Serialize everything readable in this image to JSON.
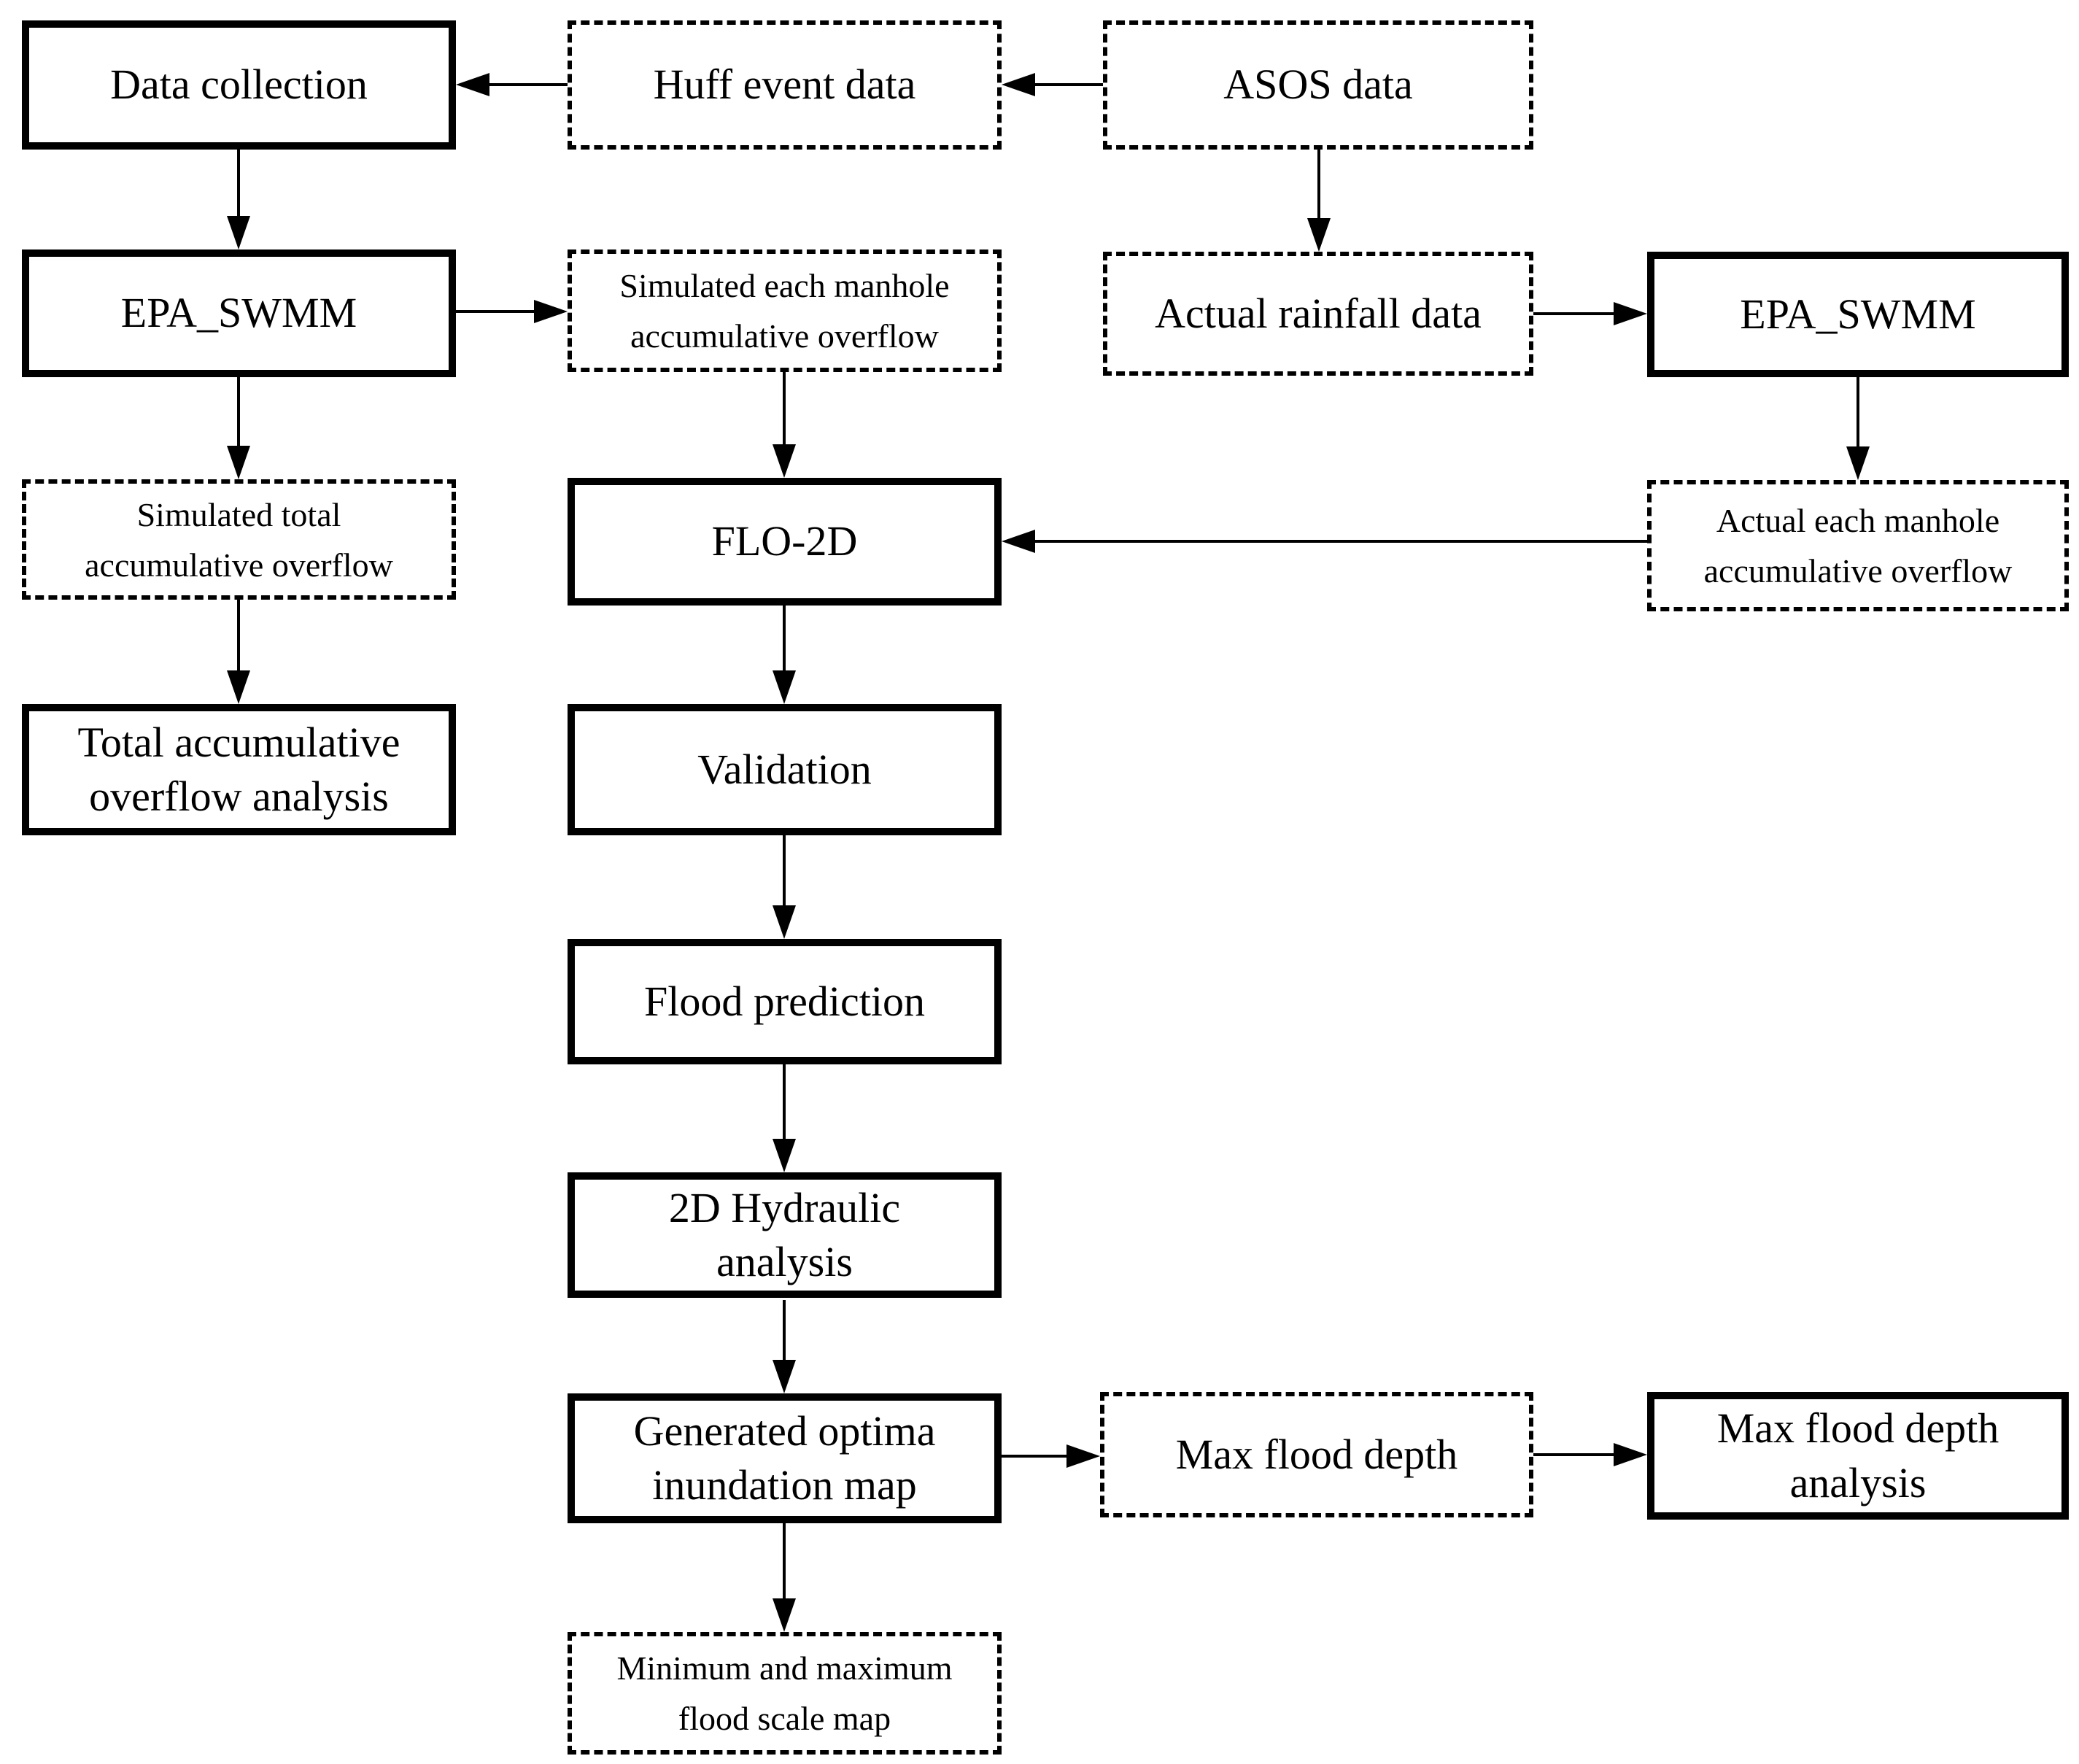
{
  "diagram": {
    "type": "flowchart",
    "colors": {
      "background": "#ffffff",
      "border": "#000000",
      "text": "#000000"
    },
    "boxes": [
      {
        "id": "data-collection",
        "label": "Data collection",
        "border": "solid"
      },
      {
        "id": "huff-event-data",
        "label": "Huff event data",
        "border": "dashed"
      },
      {
        "id": "asos-data",
        "label": "ASOS data",
        "border": "dashed"
      },
      {
        "id": "epa-swmm-left",
        "label": "EPA_SWMM",
        "border": "solid"
      },
      {
        "id": "simulated-each-manhole",
        "label": "Simulated each manhole\naccumulative overflow",
        "border": "dashed"
      },
      {
        "id": "actual-rainfall-data",
        "label": "Actual rainfall data",
        "border": "dashed"
      },
      {
        "id": "epa-swmm-right",
        "label": "EPA_SWMM",
        "border": "solid"
      },
      {
        "id": "simulated-total",
        "label": "Simulated total\naccumulative overflow",
        "border": "dashed"
      },
      {
        "id": "flo-2d",
        "label": "FLO-2D",
        "border": "solid"
      },
      {
        "id": "actual-each-manhole",
        "label": "Actual each manhole\naccumulative overflow",
        "border": "dashed"
      },
      {
        "id": "total-accumulative",
        "label": "Total accumulative\noverflow analysis",
        "border": "solid"
      },
      {
        "id": "validation",
        "label": "Validation",
        "border": "solid"
      },
      {
        "id": "flood-prediction",
        "label": "Flood prediction",
        "border": "solid"
      },
      {
        "id": "hydraulic-2d",
        "label": "2D Hydraulic\nanalysis",
        "border": "solid"
      },
      {
        "id": "generated-optima",
        "label": "Generated optima\ninundation map",
        "border": "solid"
      },
      {
        "id": "max-flood-depth",
        "label": "Max flood depth",
        "border": "dashed"
      },
      {
        "id": "max-flood-depth-analysis",
        "label": "Max flood depth\nanalysis",
        "border": "solid"
      },
      {
        "id": "min-max-flood-scale",
        "label": "Minimum and maximum\nflood scale map",
        "border": "dashed"
      }
    ],
    "arrows": [
      {
        "from": "huff-event-data",
        "to": "data-collection",
        "direction": "left"
      },
      {
        "from": "asos-data",
        "to": "huff-event-data",
        "direction": "left"
      },
      {
        "from": "data-collection",
        "to": "epa-swmm-left",
        "direction": "down"
      },
      {
        "from": "asos-data",
        "to": "actual-rainfall-data",
        "direction": "down"
      },
      {
        "from": "epa-swmm-left",
        "to": "simulated-each-manhole",
        "direction": "right"
      },
      {
        "from": "actual-rainfall-data",
        "to": "epa-swmm-right",
        "direction": "right"
      },
      {
        "from": "epa-swmm-left",
        "to": "simulated-total",
        "direction": "down"
      },
      {
        "from": "simulated-each-manhole",
        "to": "flo-2d",
        "direction": "down"
      },
      {
        "from": "epa-swmm-right",
        "to": "actual-each-manhole",
        "direction": "down"
      },
      {
        "from": "actual-each-manhole",
        "to": "flo-2d",
        "direction": "left"
      },
      {
        "from": "simulated-total",
        "to": "total-accumulative",
        "direction": "down"
      },
      {
        "from": "flo-2d",
        "to": "validation",
        "direction": "down"
      },
      {
        "from": "validation",
        "to": "flood-prediction",
        "direction": "down"
      },
      {
        "from": "flood-prediction",
        "to": "hydraulic-2d",
        "direction": "down"
      },
      {
        "from": "hydraulic-2d",
        "to": "generated-optima",
        "direction": "down"
      },
      {
        "from": "generated-optima",
        "to": "max-flood-depth",
        "direction": "right"
      },
      {
        "from": "max-flood-depth",
        "to": "max-flood-depth-analysis",
        "direction": "right"
      },
      {
        "from": "generated-optima",
        "to": "min-max-flood-scale",
        "direction": "down"
      }
    ]
  }
}
